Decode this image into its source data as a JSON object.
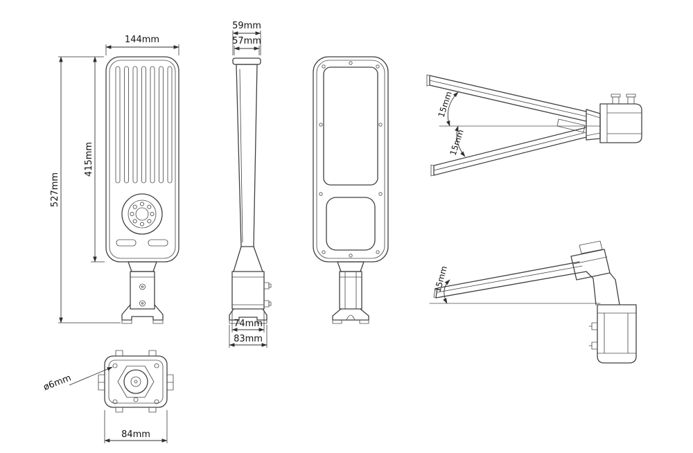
{
  "diagram": {
    "colors": {
      "background": "#ffffff",
      "line": "#3f3f3f",
      "dimension": "#2f2f2f",
      "text": "#121212"
    },
    "labels": {
      "front_width": "144mm",
      "overall_height": "527mm",
      "body_height": "415mm",
      "depth_outer": "59mm",
      "depth_inner": "57mm",
      "bracket_depth": "74mm",
      "base_depth": "83mm",
      "tilt_up": "15mm",
      "tilt_down": "15mm",
      "tilt_lower": "15mm",
      "hole_diameter": "ø6mm",
      "base_width": "84mm"
    }
  }
}
